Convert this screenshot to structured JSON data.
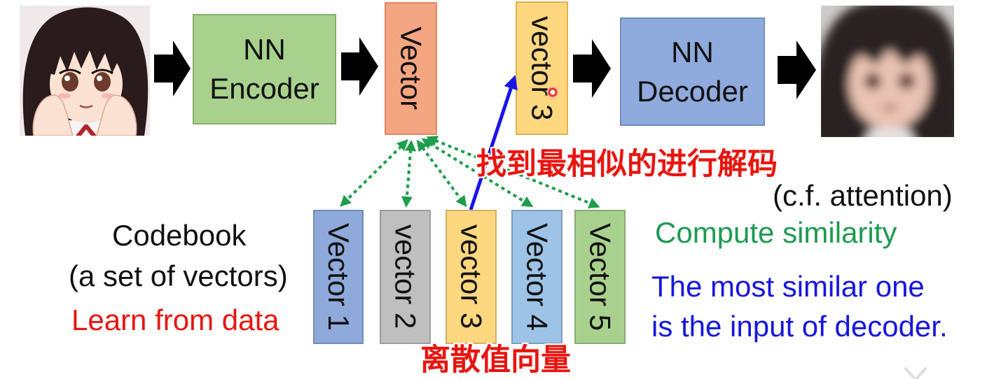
{
  "pipeline": {
    "encoder": {
      "line1": "NN",
      "line2": "Encoder"
    },
    "encoder_output_label": "Vector",
    "decoder_input_label": "vector 3",
    "decoder": {
      "line1": "NN",
      "line2": "Decoder"
    }
  },
  "annotations": {
    "find_most_similar": "找到最相似的进行解码",
    "cf_attention": "(c.f. attention)",
    "discrete_vectors": "离散值向量"
  },
  "codebook": {
    "title": "Codebook",
    "subtitle": "(a set of vectors)",
    "note": "Learn from data",
    "vectors": [
      {
        "label": "Vector 1",
        "color": "#8eaadb"
      },
      {
        "label": "vector 2",
        "color": "#bfbfbf"
      },
      {
        "label": "vector 3",
        "color": "#fed77f"
      },
      {
        "label": "Vector 4",
        "color": "#9dc3e6"
      },
      {
        "label": "Vector 5",
        "color": "#a9d18e"
      }
    ]
  },
  "notes": {
    "compute_similarity": "Compute similarity",
    "most_similar_line1": "The most similar one",
    "most_similar_line2": "is the input of decoder."
  },
  "colors": {
    "encoder_fill": "#a9d18e",
    "encoder_output_fill": "#f4a582",
    "decoder_input_fill": "#fed77f",
    "decoder_fill": "#8faadc",
    "flow_arrow": "#000000",
    "similarity_arrow": "#1e9e4c",
    "selection_arrow": "#1a14e6",
    "red_text": "#e8150f",
    "green_text": "#1e9a52",
    "blue_text": "#1616e0",
    "cursor": "#e8352c"
  }
}
